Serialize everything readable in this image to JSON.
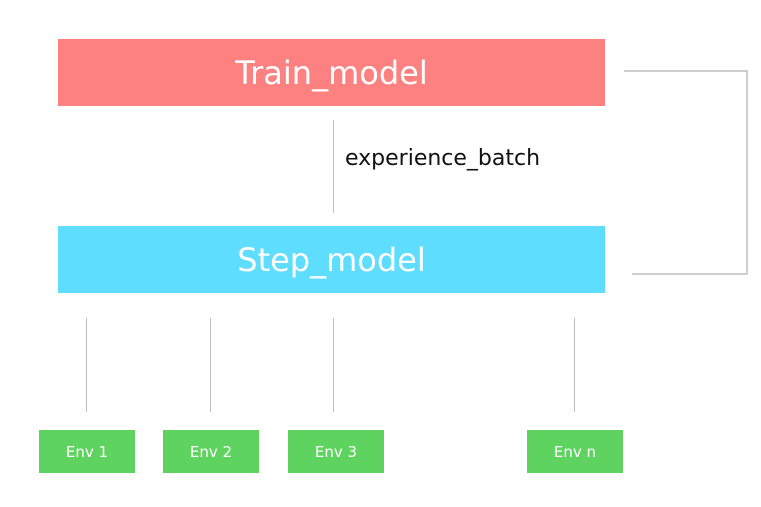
{
  "nodes": {
    "train_model": {
      "label": "Train_model",
      "color": "#fd8181"
    },
    "step_model": {
      "label": "Step_model",
      "color": "#5eddfe"
    }
  },
  "edge_label": "experience_batch",
  "envs": [
    {
      "label": "Env 1"
    },
    {
      "label": "Env 2"
    },
    {
      "label": "Env 3"
    },
    {
      "label": "Env n"
    }
  ],
  "colors": {
    "env": "#5fd35f",
    "connector": "#bdbdbd"
  }
}
